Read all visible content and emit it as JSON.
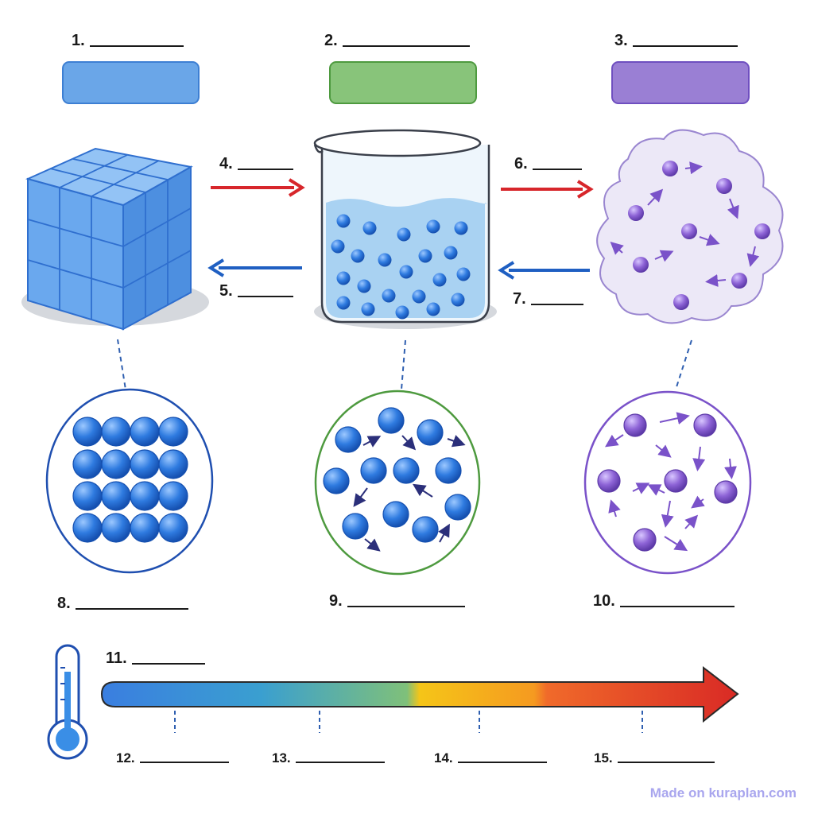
{
  "labels": {
    "l1": "1.",
    "l2": "2.",
    "l3": "3.",
    "l4": "4.",
    "l5": "5.",
    "l6": "6.",
    "l7": "7.",
    "l8": "8.",
    "l9": "9.",
    "l10": "10.",
    "l11": "11.",
    "l12": "12.",
    "l13": "13.",
    "l14": "14.",
    "l15": "15."
  },
  "colors": {
    "solid": "#4a90e2",
    "liquid": "#6bbf59",
    "gas": "#8e6fd0",
    "heat_arrow": "#d7262b",
    "cool_arrow": "#1f5fc2"
  },
  "watermark": "Made on kuraplan.com"
}
